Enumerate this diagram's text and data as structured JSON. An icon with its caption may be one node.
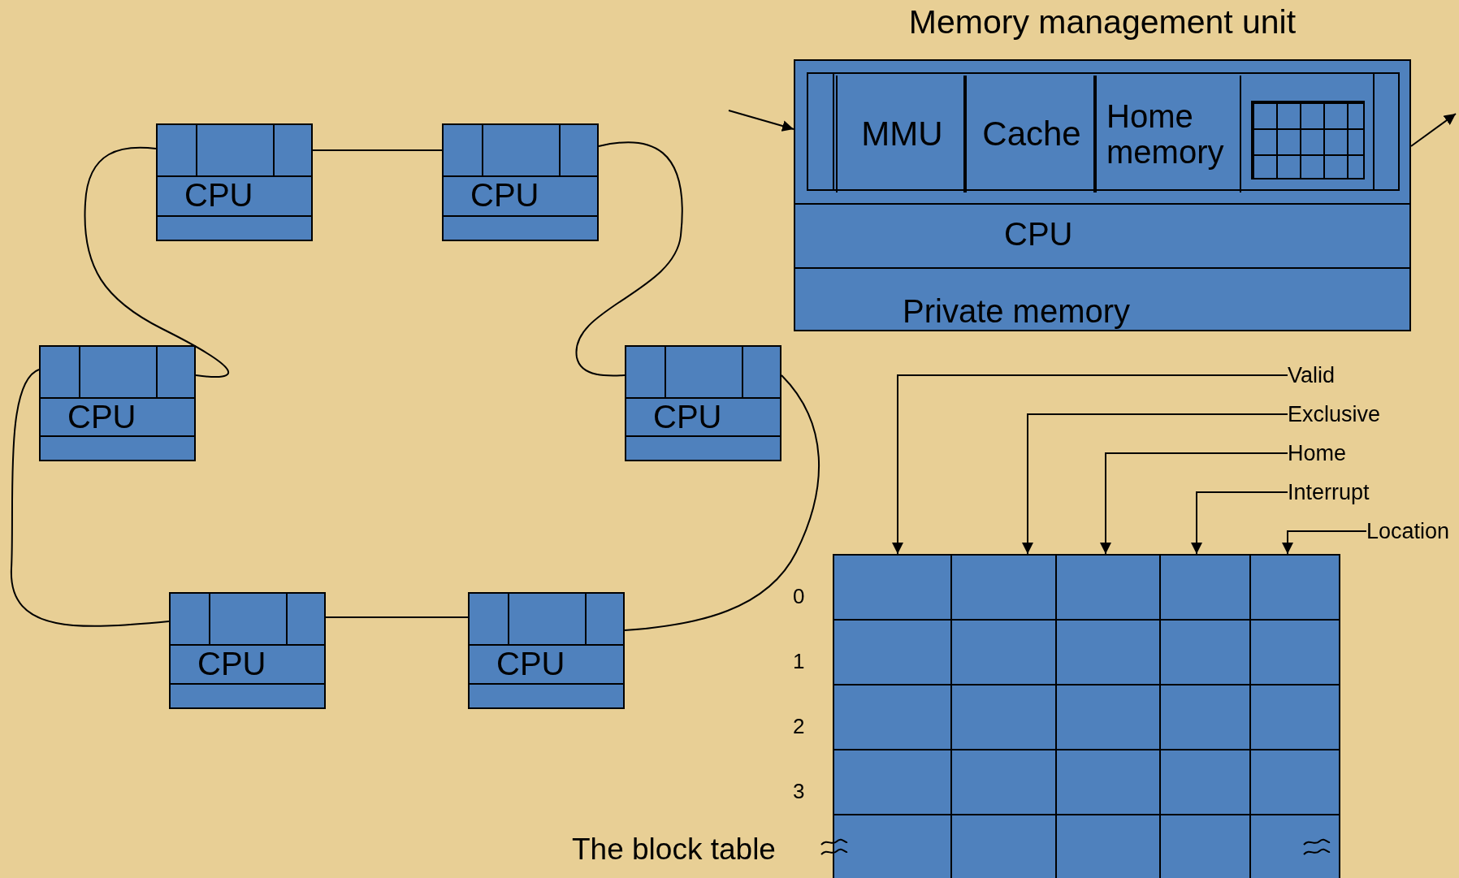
{
  "diagram": {
    "nodes": [
      {
        "text": [
          "Memory management unit"
        ]
      },
      {
        "text": [
          "MMU"
        ],
        "in": 0
      },
      {
        "text": [
          "Cache"
        ],
        "in": 0
      },
      {
        "text": [
          "Home memory"
        ],
        "in": 0
      },
      {
        "text": [],
        "shape": "box",
        "in": 0
      },
      {
        "text": [
          "CPU"
        ],
        "in": 0
      },
      {
        "text": [
          "Private memory"
        ],
        "in": 0
      },
      {
        "text": [
          "CPU"
        ]
      },
      {
        "text": [
          "CPU"
        ]
      },
      {
        "text": [
          "CPU"
        ]
      },
      {
        "text": [
          "CPU"
        ]
      },
      {
        "text": [
          "CPU"
        ]
      },
      {
        "text": [
          "CPU"
        ]
      },
      {
        "text": [
          "The block table"
        ]
      },
      {
        "text": [
          "Valid"
        ]
      },
      {
        "text": [
          "Exclusive"
        ]
      },
      {
        "text": [
          "Home"
        ]
      },
      {
        "text": [
          "Interrupt"
        ]
      },
      {
        "text": [
          "Location"
        ]
      }
    ],
    "edges": [
      {
        "from": null,
        "to": 0,
        "arrow": "to"
      },
      {
        "from": 0,
        "to": null,
        "arrow": "to"
      },
      {
        "from": 7,
        "to": 8,
        "arrow": "none"
      },
      {
        "from": 8,
        "to": 10,
        "arrow": "none"
      },
      {
        "from": 10,
        "to": 12,
        "arrow": "none"
      },
      {
        "from": 12,
        "to": 11,
        "arrow": "none"
      },
      {
        "from": 11,
        "to": 9,
        "arrow": "none"
      },
      {
        "from": 9,
        "to": 7,
        "arrow": "none"
      },
      {
        "from": 14,
        "to": 13,
        "arrow": "to"
      },
      {
        "from": 15,
        "to": 13,
        "arrow": "to"
      },
      {
        "from": 16,
        "to": 13,
        "arrow": "to"
      },
      {
        "from": 17,
        "to": 13,
        "arrow": "to"
      },
      {
        "from": 18,
        "to": 13,
        "arrow": "to"
      }
    ],
    "labels": [
      "0",
      "1",
      "2",
      "3"
    ]
  }
}
